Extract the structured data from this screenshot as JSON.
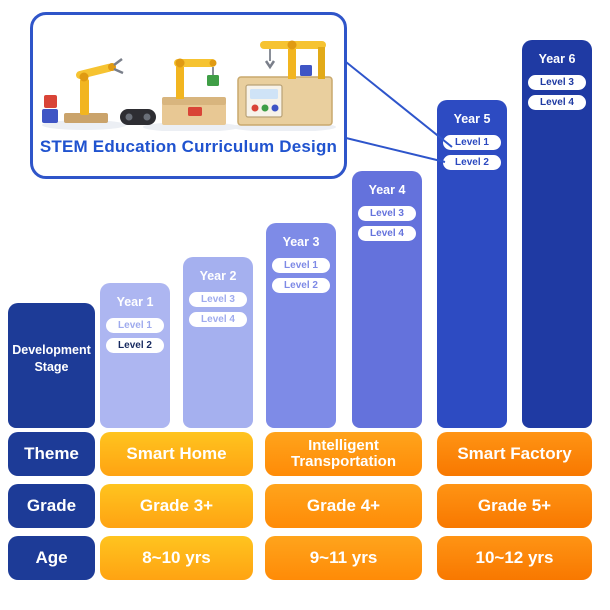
{
  "card": {
    "caption": "STEM Education Curriculum Design"
  },
  "stages": [
    {
      "title": "Development Stage",
      "levels": []
    },
    {
      "title": "Year 1",
      "levels": [
        "Level 1",
        "Level 2"
      ]
    },
    {
      "title": "Year 2",
      "levels": [
        "Level 3",
        "Level 4"
      ]
    },
    {
      "title": "Year 3",
      "levels": [
        "Level 1",
        "Level 2"
      ]
    },
    {
      "title": "Year 4",
      "levels": [
        "Level 3",
        "Level 4"
      ]
    },
    {
      "title": "Year 5",
      "levels": [
        "Level 1",
        "Level 2"
      ]
    },
    {
      "title": "Year 6",
      "levels": [
        "Level 3",
        "Level 4"
      ]
    }
  ],
  "table": {
    "rows": [
      {
        "label": "Theme",
        "cells": [
          "Smart Home",
          "Intelligent Transportation",
          "Smart Factory"
        ]
      },
      {
        "label": "Grade",
        "cells": [
          "Grade 3+",
          "Grade 4+",
          "Grade 5+"
        ]
      },
      {
        "label": "Age",
        "cells": [
          "8~10 yrs",
          "9~11 yrs",
          "10~12 yrs"
        ]
      }
    ]
  },
  "icons": {
    "photo": "stem-robot-kits-illustration",
    "callout": "callout-lines"
  },
  "colors": {
    "dev_bar": "#1d3b97",
    "year1_bar": "#adb6f1",
    "year2_bar": "#a5b0ef",
    "year3_bar": "#7e8be7",
    "year4_bar": "#6472dc",
    "year5_bar": "#2d4bc2",
    "year6_bar": "#1f3aa3",
    "caption_blue": "#2053cf",
    "label_navy": "#1d3b97",
    "column1_yellow": "#ffb81c",
    "column2_orange": "#ff9612",
    "column3_deep_orange": "#f87f06",
    "pill_background": "#ffffff"
  },
  "chart_data": {
    "type": "bar",
    "title": "STEM Education Curriculum Design",
    "categories": [
      "Development Stage",
      "Year 1",
      "Year 2",
      "Year 3",
      "Year 4",
      "Year 5",
      "Year 6"
    ],
    "values": [
      125,
      145,
      171,
      205,
      257,
      328,
      388
    ],
    "unit": "relative bar height (progression staircase, no numeric axis)",
    "annotations": [
      "Year 1: Level 1, Level 2",
      "Year 2: Level 3, Level 4",
      "Year 3: Level 1, Level 2",
      "Year 4: Level 3, Level 4",
      "Year 5: Level 1, Level 2",
      "Year 6: Level 3, Level 4"
    ],
    "legend_position": "none",
    "grid": false
  }
}
